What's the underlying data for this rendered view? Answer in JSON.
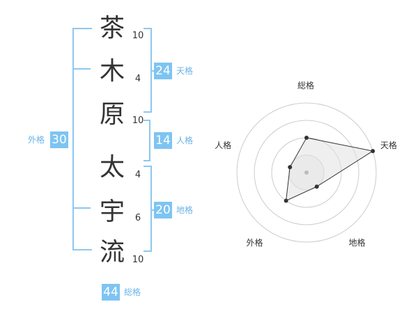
{
  "name": {
    "characters": [
      {
        "char": "茶",
        "strokes": "10"
      },
      {
        "char": "木",
        "strokes": "4"
      },
      {
        "char": "原",
        "strokes": "10"
      },
      {
        "char": "太",
        "strokes": "4"
      },
      {
        "char": "宇",
        "strokes": "6"
      },
      {
        "char": "流",
        "strokes": "10"
      }
    ]
  },
  "kakusu": {
    "tenkaku": {
      "value": "24",
      "label": "天格"
    },
    "jinkaku": {
      "value": "14",
      "label": "人格"
    },
    "chikaku": {
      "value": "20",
      "label": "地格"
    },
    "gaikaku": {
      "value": "30",
      "label": "外格"
    },
    "soukaku": {
      "value": "44",
      "label": "総格"
    }
  },
  "chart_data": {
    "type": "radar",
    "axes": [
      "総格",
      "天格",
      "地格",
      "外格",
      "人格"
    ],
    "levels": 4,
    "values": [
      2,
      4,
      1,
      2,
      1
    ],
    "colors": {
      "fill": "#f0f0f0",
      "line": "#333333",
      "grid": "#cccccc",
      "center": "#bbbbbb"
    }
  }
}
